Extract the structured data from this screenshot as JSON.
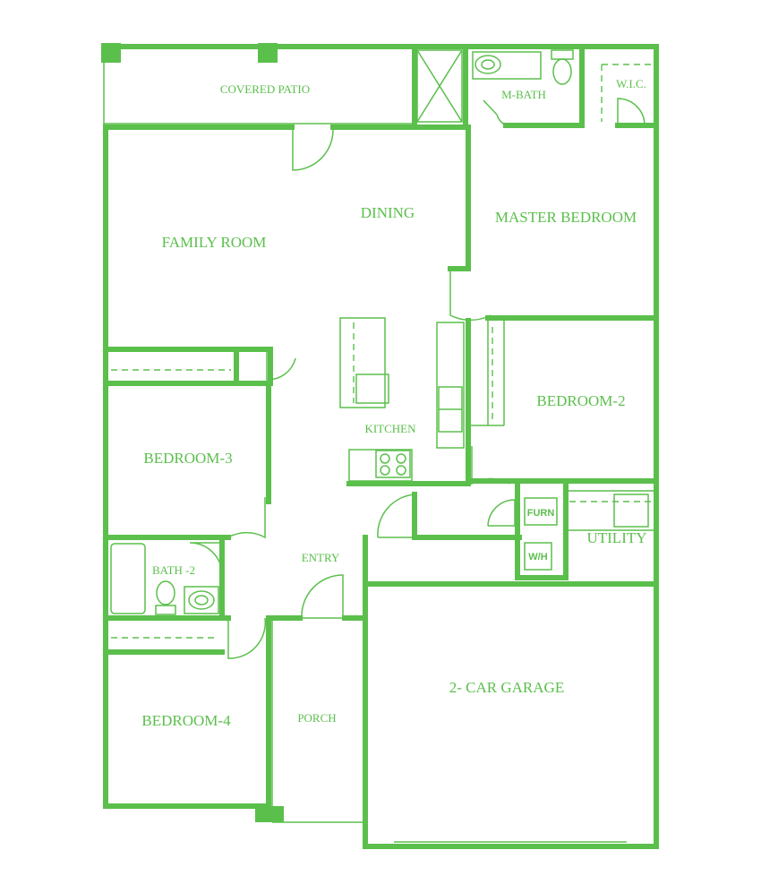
{
  "colors": {
    "line": "#5bbf4c",
    "background": "#ffffff"
  },
  "rooms": {
    "covered_patio": "COVERED PATIO",
    "m_bath": "M-BATH",
    "wic": "W.I.C.",
    "dining": "DINING",
    "master_bedroom": "MASTER BEDROOM",
    "family_room": "FAMILY ROOM",
    "bedroom_2": "BEDROOM-2",
    "kitchen": "KITCHEN",
    "bedroom_3": "BEDROOM-3",
    "utility": "UTILITY",
    "bath_2": "BATH -2",
    "entry": "ENTRY",
    "garage": "2- CAR GARAGE",
    "bedroom_4": "BEDROOM-4",
    "porch": "PORCH"
  },
  "fixtures": {
    "furnace": "FURN",
    "water_heater": "W/H"
  }
}
